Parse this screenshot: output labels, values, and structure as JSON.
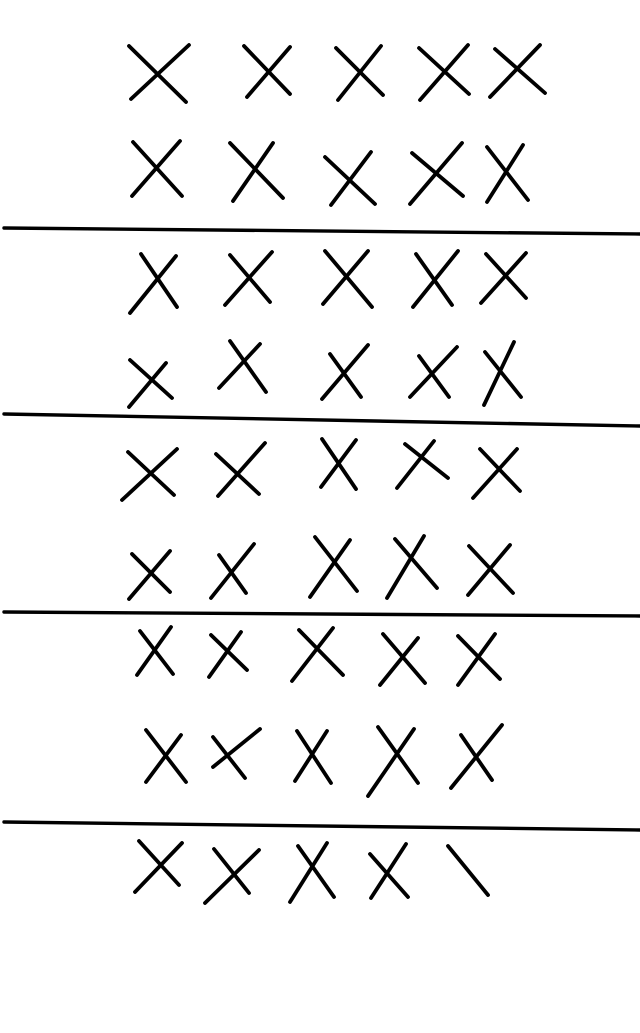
{
  "ink_color": "#000000",
  "background_color": "#ffffff",
  "groups": [
    {
      "group": 1,
      "row_counts": [
        5,
        5
      ],
      "total": 10
    },
    {
      "group": 2,
      "row_counts": [
        5,
        5
      ],
      "total": 10
    },
    {
      "group": 3,
      "row_counts": [
        5,
        5
      ],
      "total": 10
    },
    {
      "group": 4,
      "row_counts": [
        5,
        5
      ],
      "total": 10
    },
    {
      "group": 5,
      "row_counts": [
        4
      ],
      "partial_marks": 1,
      "total": 5
    }
  ],
  "full_cross_count": 44,
  "partial_stroke_count": 1,
  "divider_count": 4
}
